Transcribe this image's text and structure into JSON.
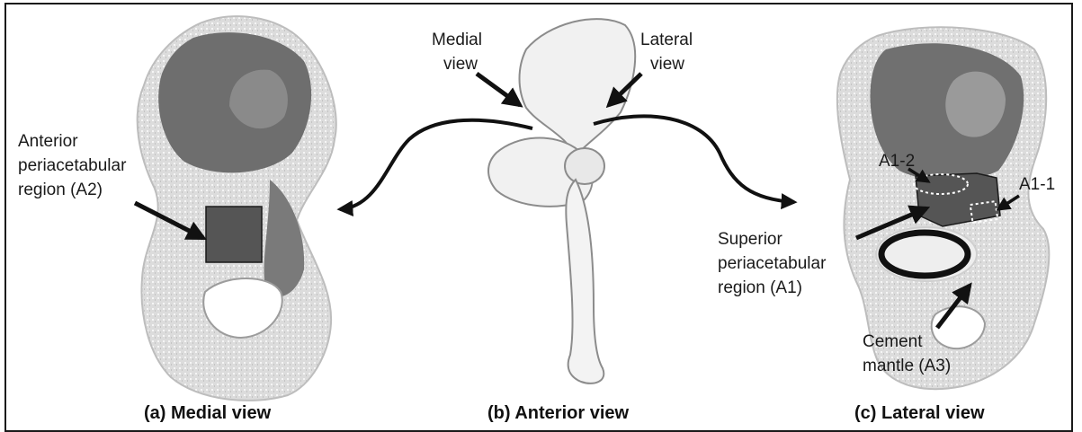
{
  "colors": {
    "bone_light": "#e6e6e6",
    "bone_dark": "#6f6f6f",
    "region_fill": "#555555",
    "outline": "#1a1a1a"
  },
  "panels": {
    "a": {
      "caption": "(a) Medial view",
      "label_lines": [
        "Anterior",
        "periacetabular",
        "region (A2)"
      ]
    },
    "b": {
      "caption": "(b) Anterior view",
      "medial_lines": [
        "Medial",
        "view"
      ],
      "lateral_lines": [
        "Lateral",
        "view"
      ]
    },
    "c": {
      "caption": "(c) Lateral view",
      "a1_2": "A1-2",
      "a1_1": "A1-1",
      "superior_lines": [
        "Superior",
        "periacetabular",
        "region (A1)"
      ],
      "cement_lines": [
        "Cement",
        "mantle (A3)"
      ]
    }
  }
}
